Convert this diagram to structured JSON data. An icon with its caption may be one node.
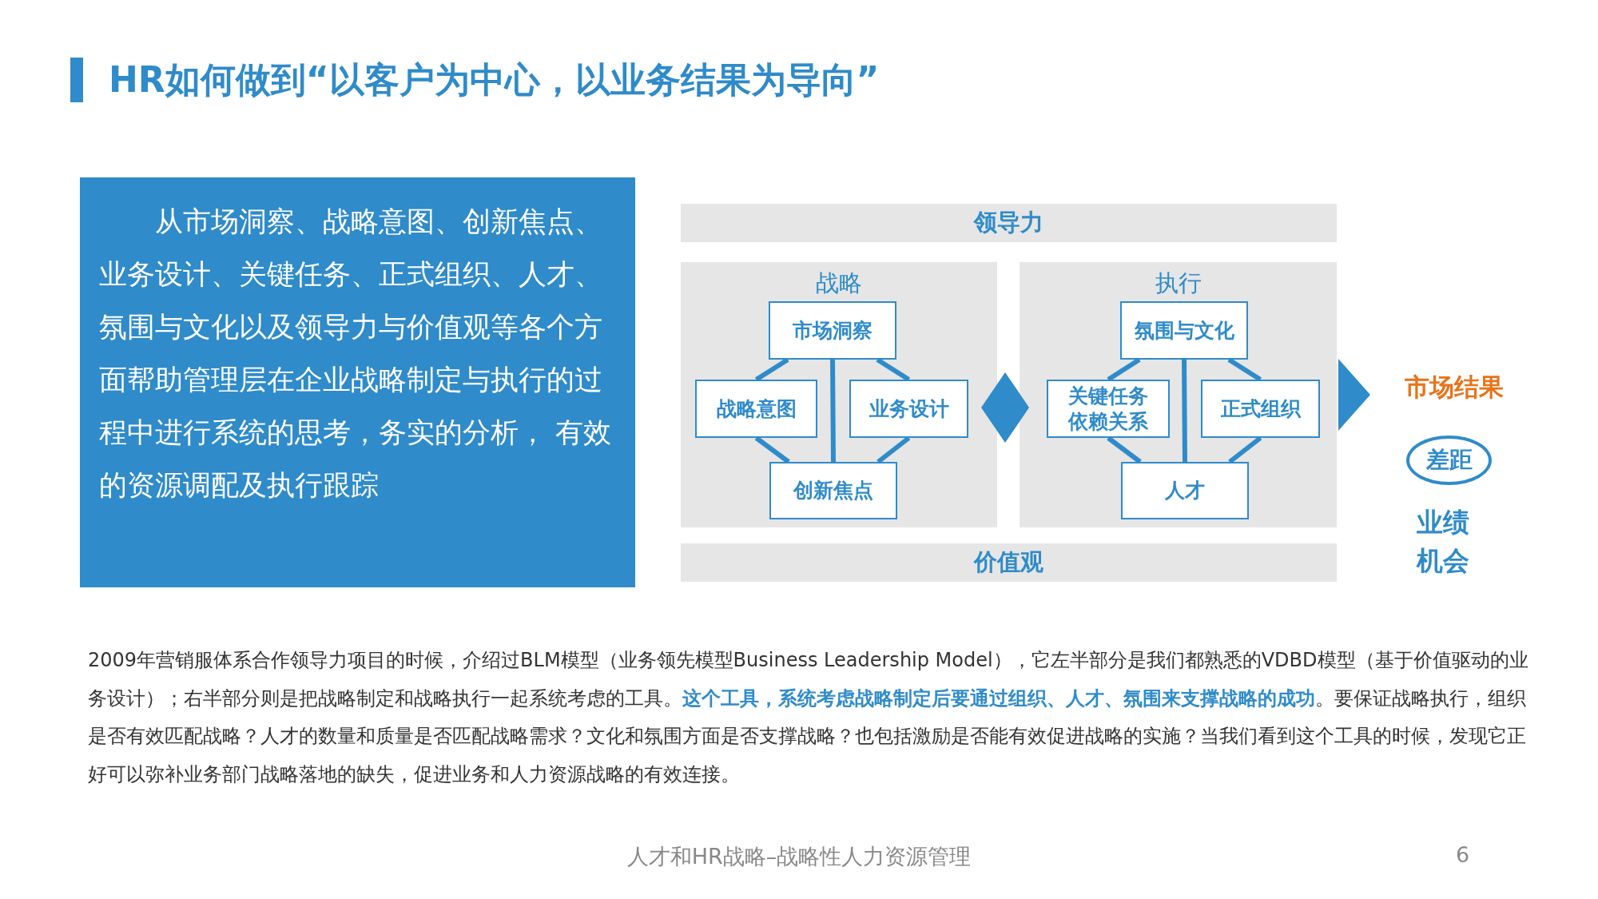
{
  "diagram": {
    "title": "HR如何做到“以客户为中心，以业务结果为导向”",
    "nodes": [
      {
        "text": [
          "从市场洞察、战略意图、创新焦点、业务设计、关键任务、正式组织、人才、氛围与文化以及领导力与价值观等各个方面帮助管理层在企业战略制定与执行的过程中进行系统的思考，务实的分析， 有效的资源调配及执行跟踪"
        ]
      },
      {
        "text": [
          "领导力"
        ]
      },
      {
        "text": [
          "战略"
        ]
      },
      {
        "text": [
          "市场洞察"
        ],
        "in": 2
      },
      {
        "text": [
          "战略意图"
        ],
        "in": 2
      },
      {
        "text": [
          "业务设计"
        ],
        "in": 2
      },
      {
        "text": [
          "创新焦点"
        ],
        "in": 2
      },
      {
        "text": [],
        "shape": "diamond"
      },
      {
        "text": [
          "执行"
        ]
      },
      {
        "text": [
          "氛围与文化"
        ],
        "in": 8
      },
      {
        "text": [
          "关键任务依赖关系"
        ],
        "in": 8
      },
      {
        "text": [
          "正式组织"
        ],
        "in": 8
      },
      {
        "text": [
          "人才"
        ],
        "in": 8
      },
      {
        "text": [
          "价值观"
        ]
      },
      {
        "text": [
          "市场结果"
        ]
      },
      {
        "text": [
          "差距"
        ]
      }
    ],
    "edges": [
      {
        "from": 3,
        "to": 4,
        "arrow": "none"
      },
      {
        "from": 3,
        "to": 5,
        "arrow": "none"
      },
      {
        "from": 4,
        "to": 6,
        "arrow": "none"
      },
      {
        "from": 5,
        "to": 6,
        "arrow": "none"
      },
      {
        "from": 3,
        "to": 6,
        "arrow": "none"
      },
      {
        "from": 9,
        "to": 10,
        "arrow": "none"
      },
      {
        "from": 9,
        "to": 11,
        "arrow": "none"
      },
      {
        "from": 10,
        "to": 12,
        "arrow": "none"
      },
      {
        "from": 11,
        "to": 12,
        "arrow": "none"
      },
      {
        "from": 9,
        "to": 12,
        "arrow": "none"
      },
      {
        "from": 8,
        "to": 14,
        "arrow": "to"
      }
    ],
    "labels": [
      "业绩机会",
      "2009年营销服体系合作领导力项目的时候，介绍过BLM模型（业务领先模型Business Leadership Model），它左半部分是我们都熟悉的VDBD模型（基于价值驱动的业务设计）；右半部分则是把战略制定和战略执行一起系统考虑的工具。**这个工具，系统考虑战略制定后要通过组织、人才、氛围来支撑战略的成功**。要保证战略执行，组织是否有效匹配战略？人才的数量和质量是否匹配战略需求？文化和氛围方面是否支撑战略？也包括激励是否能有效促进战略的实施？当我们看到这个工具的时候，发现它正好可以弥补业务部门战略落地的缺失，促进业务和人力资源战略的有效连接。",
      "人才和HR战略–战略性人力资源管理",
      "6"
    ]
  }
}
